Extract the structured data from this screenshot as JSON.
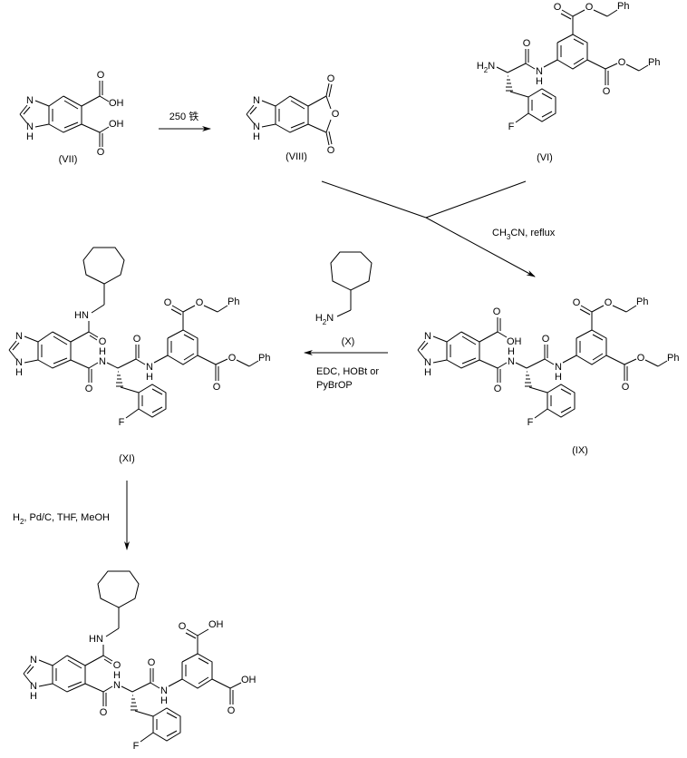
{
  "compounds": {
    "vii": "(VII)",
    "viii": "(VIII)",
    "vi": "(VI)",
    "ix": "(IX)",
    "x": "(X)",
    "xi": "(XI)"
  },
  "reagents": {
    "step1": "250 铁",
    "step2": {
      "a": "CH",
      "sub": "3",
      "b": "CN, reflux"
    },
    "step3_line1": "EDC, HOBt or",
    "step3_line2": "PyBrOP",
    "step4": {
      "a": "H",
      "sub": "2",
      "b": ", Pd/C, THF, MeOH"
    }
  },
  "atoms": {
    "N": "N",
    "H": "H",
    "O": "O",
    "OH": "OH",
    "HN": "HN",
    "F": "F",
    "Ph": "Ph",
    "sub2": "2"
  }
}
